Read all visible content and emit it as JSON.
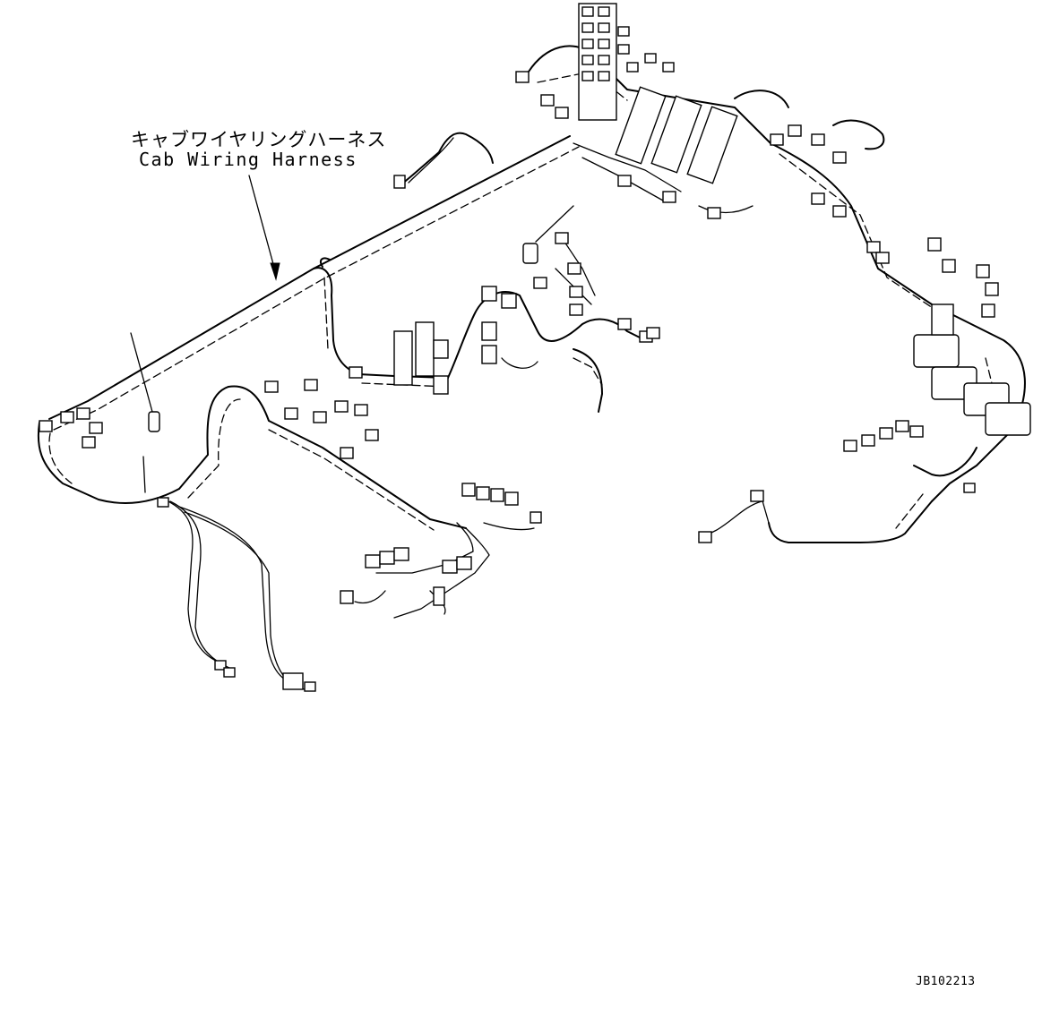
{
  "labels": {
    "harness_jp": "キャブワイヤリングハーネス",
    "harness_en": "Cab Wiring Harness"
  },
  "drawing_id": "JB102213",
  "colors": {
    "background": "#ffffff",
    "line": "#000000"
  }
}
